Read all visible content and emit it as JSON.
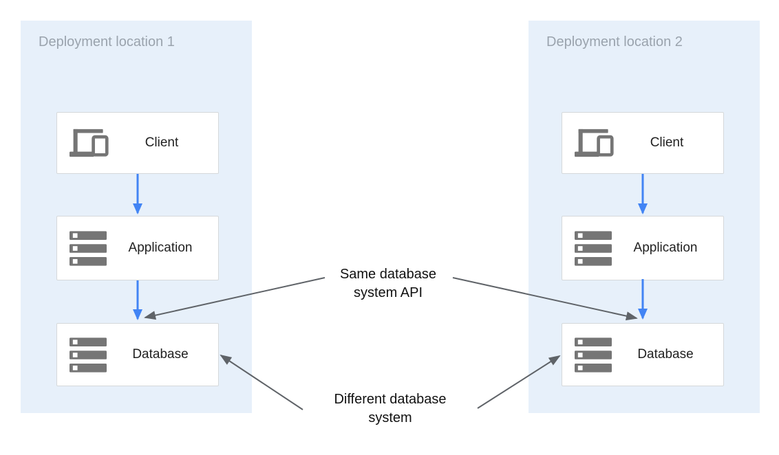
{
  "colors": {
    "panel-bg": "#e7f0fa",
    "box-bg": "#ffffff",
    "box-border": "#d5d8da",
    "flow-arrow": "#4284f4",
    "annotation-arrow": "#5f6368",
    "icon-gray": "#757575",
    "panel-title": "#9aa3ad",
    "node-label": "#212121",
    "annotation-text": "#111111"
  },
  "panels": [
    {
      "title": "Deployment location 1",
      "nodes": [
        {
          "label": "Client",
          "icon": "devices-icon"
        },
        {
          "label": "Application",
          "icon": "server-stack-icon"
        },
        {
          "label": "Database",
          "icon": "server-stack-icon"
        }
      ]
    },
    {
      "title": "Deployment location 2",
      "nodes": [
        {
          "label": "Client",
          "icon": "devices-icon"
        },
        {
          "label": "Application",
          "icon": "server-stack-icon"
        },
        {
          "label": "Database",
          "icon": "server-stack-icon"
        }
      ]
    }
  ],
  "annotations": [
    {
      "line1": "Same database",
      "line2": "system API"
    },
    {
      "line1": "Different database",
      "line2": "system"
    }
  ]
}
